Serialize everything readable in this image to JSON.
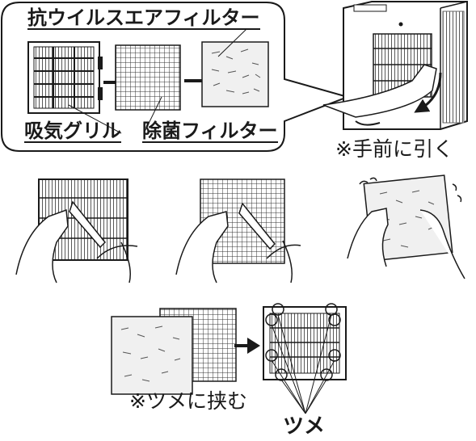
{
  "labels": {
    "antivirus_filter": "抗ウイルスエアフィルター",
    "intake_grille": "吸気グリル",
    "antibacterial_filter": "除菌フィルター",
    "pull_note": "※手前に引く",
    "claw_note": "※ツメに挟む",
    "claws": "ツメ"
  },
  "colors": {
    "ink": "#1a1a1a",
    "grey": "#9a9a9a",
    "light": "#eeeeee",
    "background": "#ffffff"
  }
}
